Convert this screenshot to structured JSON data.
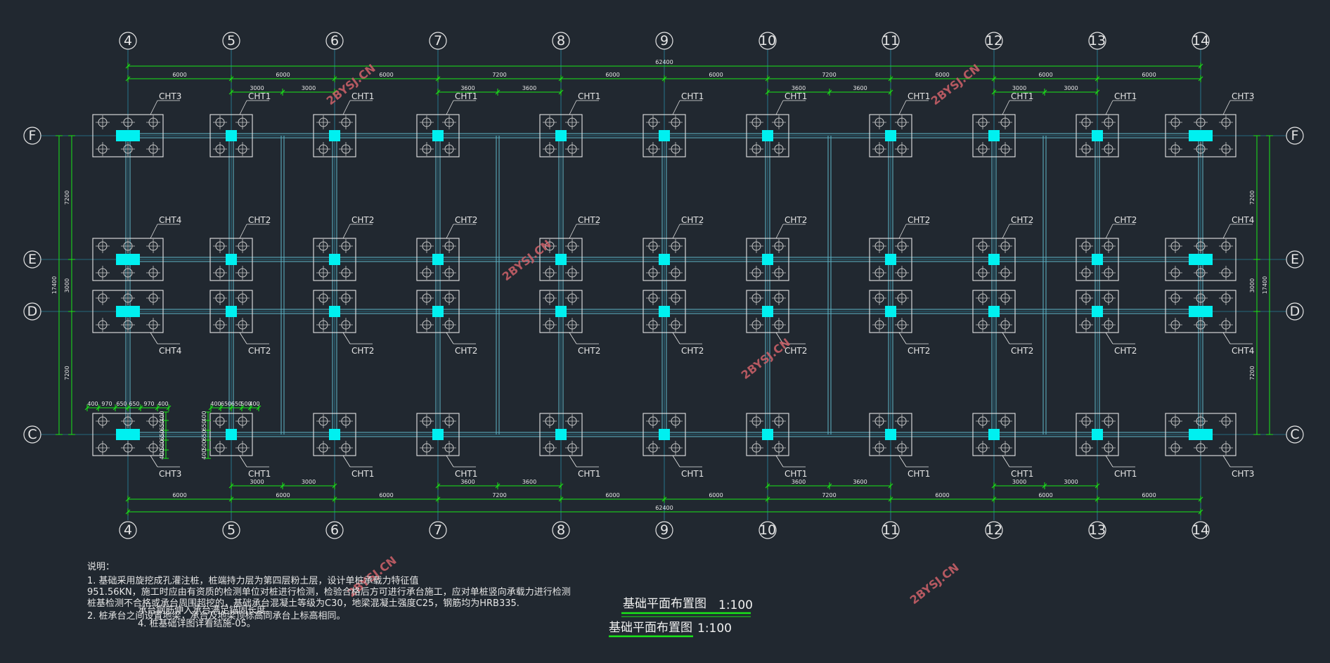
{
  "drawing": {
    "axes_numbers": [
      "4",
      "5",
      "6",
      "7",
      "8",
      "9",
      "10",
      "11",
      "12",
      "13",
      "14"
    ],
    "axes_letters": [
      "F",
      "E",
      "D",
      "C"
    ],
    "total_dim": "62400",
    "top_spans": [
      "6000",
      "6000",
      "6000",
      "7200",
      "6000",
      "6000",
      "7200",
      "6000",
      "6000",
      "6000"
    ],
    "bottom_spans": [
      "6000",
      "6000",
      "6000",
      "7200",
      "6000",
      "6000",
      "7200",
      "6000",
      "6000",
      "6000"
    ],
    "half_dims_a": [
      "3000",
      "3000"
    ],
    "half_dims_b": [
      "3600",
      "3600"
    ],
    "side_total": "17400",
    "side_spans": [
      "7200",
      "3000",
      "7200"
    ],
    "cap_labels": {
      "row_F": [
        "CHT3",
        "CHT1",
        "CHT1",
        "CHT1",
        "CHT1",
        "CHT1",
        "CHT1",
        "CHT1",
        "CHT1",
        "CHT1",
        "CHT3"
      ],
      "row_E": [
        "CHT4",
        "CHT2",
        "CHT2",
        "CHT2",
        "CHT2",
        "CHT2",
        "CHT2",
        "CHT2",
        "CHT2",
        "CHT2",
        "CHT4"
      ],
      "row_D": [
        "CHT4",
        "CHT2",
        "CHT2",
        "CHT2",
        "CHT2",
        "CHT2",
        "CHT2",
        "CHT2",
        "CHT2",
        "CHT2",
        "CHT4"
      ],
      "row_C": [
        "CHT3",
        "CHT1",
        "CHT1",
        "CHT1",
        "CHT1",
        "CHT1",
        "CHT1",
        "CHT1",
        "CHT1",
        "CHT1",
        "CHT3"
      ]
    },
    "detail_dims_h": [
      "400",
      "970",
      "650",
      "650",
      "970",
      "400"
    ],
    "detail_dims_h2": [
      "400",
      "650",
      "650",
      "500",
      "400"
    ],
    "detail_dims_v": [
      "400",
      "650",
      "650",
      "500",
      "400"
    ],
    "watermark": "2BYSJ.CN"
  },
  "notes": {
    "heading": "说明：",
    "line1": "1. 基础采用旋挖成孔灌注桩，桩端持力层为第四层粉土层，设计单桩承载力特征值",
    "line2": "951.56KN，施工时应由有资质的检测单位对桩进行检测，检验合格后方可进行承台施工，应对单桩竖向承载力进行检测",
    "line3": "桩基检测不合格或承台周围超挖的，基础承台混凝土等级为C30，地梁混凝土强度C25，钢筋均为HRB335.",
    "line4": "2. 桩承台之间设置地梁，承台及地梁顶标高同承台上标高相同。",
    "line5": "承台钢筋伸入承台满足锚固长度。",
    "line6": "4. 桩基础详图详看结施-05。"
  },
  "title": {
    "main": "基础平面布置图",
    "scale": "1:100",
    "main2": "基础平面布置图",
    "scale2": "1:100"
  },
  "colors": {
    "background": "#212830",
    "dimension": "#19e619",
    "column": "#00f0f0",
    "beam": "#5fb6c8",
    "lines": "#e6e6e6",
    "watermark": "#d0626a"
  }
}
